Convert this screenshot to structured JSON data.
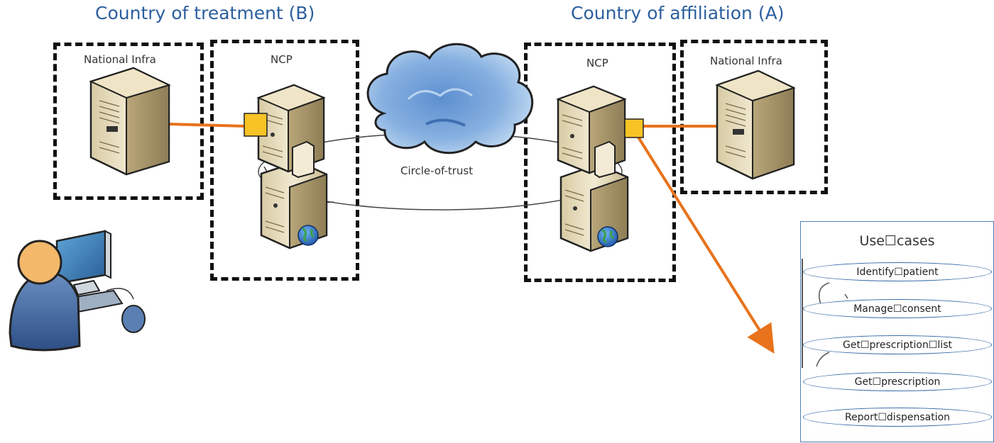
{
  "countries": {
    "treatment": "Country of treatment (B)",
    "affiliation": "Country of affiliation (A)"
  },
  "boxes": {
    "national_infra_b": "National Infra",
    "ncp_b": "NCP",
    "ncp_a": "NCP",
    "national_infra_a": "National Infra"
  },
  "circle_of_trust": "Circle-of-trust",
  "use_cases": {
    "title": "Use☐cases",
    "items": [
      "Identify☐patient",
      "Manage☐consent",
      "Get☐prescription☐list",
      "Get☐prescription",
      "Report☐dispensation"
    ]
  },
  "colors": {
    "title_blue": "#2b5f9e",
    "connector_orange": "#e8731c",
    "port_yellow": "#f7c325",
    "usecase_border": "#3b6ea8"
  },
  "icons": [
    "server-icon",
    "web-server-icon",
    "document-icon",
    "cloud-icon",
    "user-computer-icon",
    "globe-icon"
  ]
}
